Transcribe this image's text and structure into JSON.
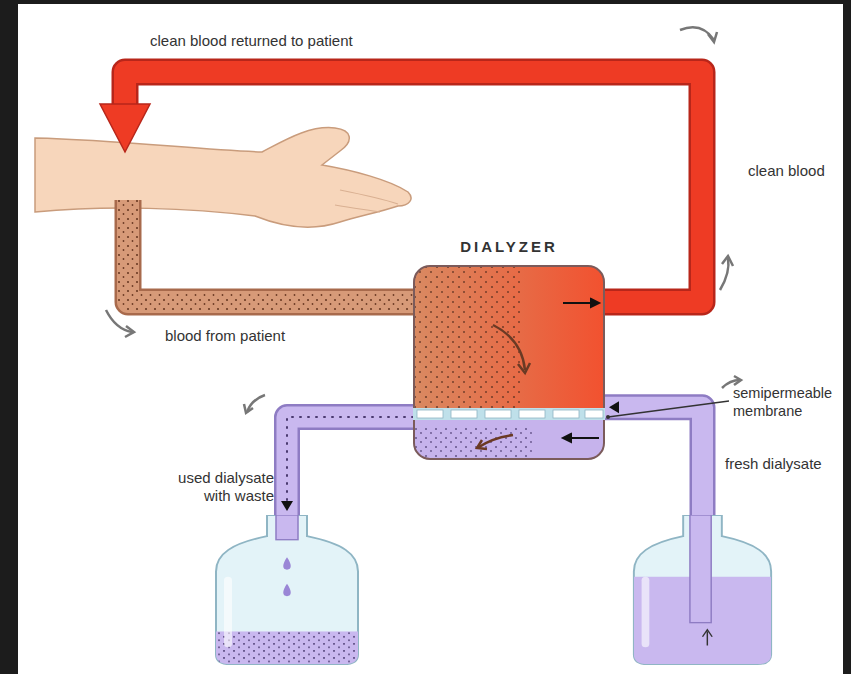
{
  "diagram": {
    "nodes": [
      {
        "text": [
          "DIALYZER"
        ]
      },
      {
        "text": [
          "fresh dialysate"
        ]
      },
      {
        "text": [
          "used dialysate with waste"
        ]
      }
    ],
    "edges": [
      {
        "from": 1,
        "to": 0,
        "arrow": "to"
      },
      {
        "from": 0,
        "to": 2,
        "arrow": "to"
      }
    ],
    "labels": [
      "clean blood returned to patient",
      "clean blood",
      "blood from patient",
      "semipermeable membrane"
    ]
  }
}
